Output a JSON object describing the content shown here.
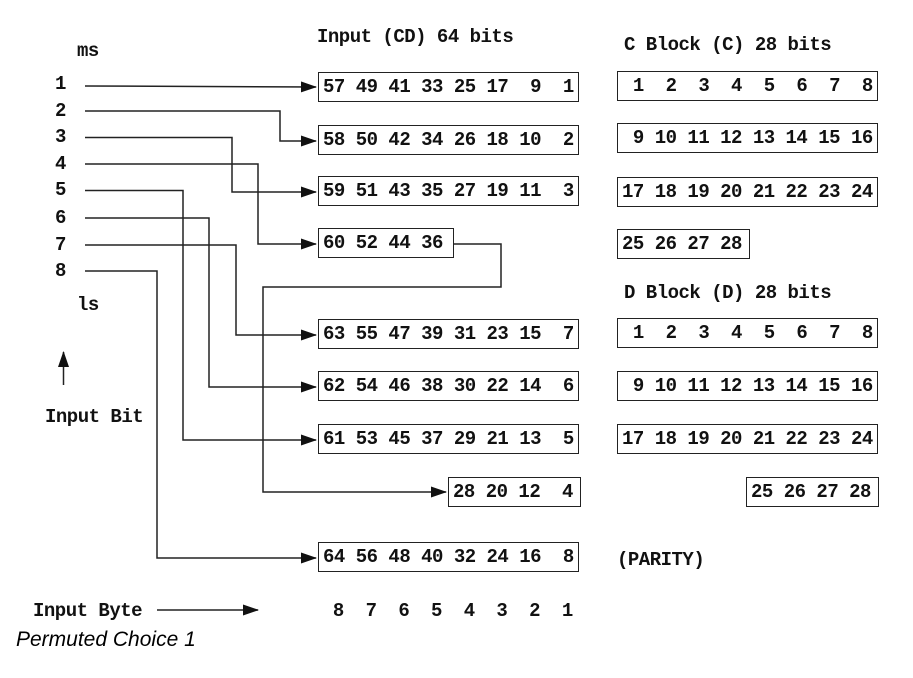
{
  "diagram": {
    "caption": "Permuted Choice 1",
    "bit_axis": {
      "top_label": "ms",
      "bottom_label": "ls",
      "axis_label": "Input Bit",
      "bits": [
        1,
        2,
        3,
        4,
        5,
        6,
        7,
        8
      ]
    },
    "byte_axis": {
      "label": "Input Byte",
      "bytes": [
        8,
        7,
        6,
        5,
        4,
        3,
        2,
        1
      ]
    },
    "input_block": {
      "heading": "Input (CD) 64 bits",
      "rows": [
        [
          57,
          49,
          41,
          33,
          25,
          17,
          9,
          1
        ],
        [
          58,
          50,
          42,
          34,
          26,
          18,
          10,
          2
        ],
        [
          59,
          51,
          43,
          35,
          27,
          19,
          11,
          3
        ],
        [
          60,
          52,
          44,
          36
        ],
        [
          63,
          55,
          47,
          39,
          31,
          23,
          15,
          7
        ],
        [
          62,
          54,
          46,
          38,
          30,
          22,
          14,
          6
        ],
        [
          61,
          53,
          45,
          37,
          29,
          21,
          13,
          5
        ],
        [
          28,
          20,
          12,
          4
        ],
        [
          64,
          56,
          48,
          40,
          32,
          24,
          16,
          8
        ]
      ],
      "parity_note": "(PARITY)"
    },
    "c_block": {
      "heading": "C Block (C) 28 bits",
      "rows": [
        [
          1,
          2,
          3,
          4,
          5,
          6,
          7,
          8
        ],
        [
          9,
          10,
          11,
          12,
          13,
          14,
          15,
          16
        ],
        [
          17,
          18,
          19,
          20,
          21,
          22,
          23,
          24
        ],
        [
          25,
          26,
          27,
          28
        ]
      ]
    },
    "d_block": {
      "heading": "D Block (D) 28 bits",
      "rows": [
        [
          1,
          2,
          3,
          4,
          5,
          6,
          7,
          8
        ],
        [
          9,
          10,
          11,
          12,
          13,
          14,
          15,
          16
        ],
        [
          17,
          18,
          19,
          20,
          21,
          22,
          23,
          24
        ],
        [
          25,
          26,
          27,
          28
        ]
      ]
    }
  }
}
